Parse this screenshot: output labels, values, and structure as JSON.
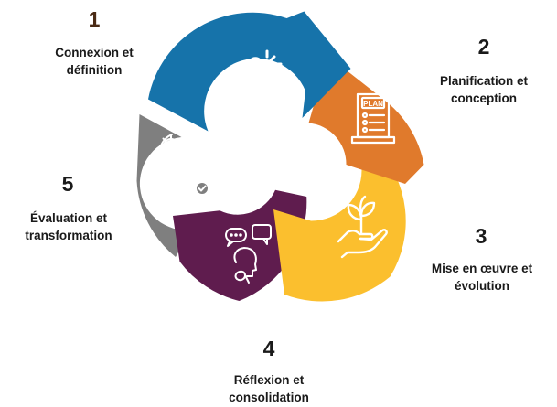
{
  "colors": {
    "step1": "#1673aa",
    "step2": "#e07a2c",
    "step3": "#fbbf2e",
    "step4": "#5f1c4e",
    "step5": "#7f7f7f",
    "icon": "#ffffff",
    "text": "#1a1a1a"
  },
  "steps": [
    {
      "number": "1",
      "label_line1": "Connexion et",
      "label_line2": "définition",
      "icon": "broken-link-icon"
    },
    {
      "number": "2",
      "label_line1": "Planification et",
      "label_line2": "conception",
      "icon": "plan-document-icon"
    },
    {
      "number": "3",
      "label_line1": "Mise en œuvre et",
      "label_line2": "évolution",
      "icon": "hand-plant-icon"
    },
    {
      "number": "4",
      "label_line1": "Réflexion et",
      "label_line2": "consolidation",
      "icon": "thinking-person-icon"
    },
    {
      "number": "5",
      "label_line1": "Évaluation et",
      "label_line2": "transformation",
      "icon": "gear-document-icon"
    }
  ],
  "plan_icon_text": "PLAN"
}
